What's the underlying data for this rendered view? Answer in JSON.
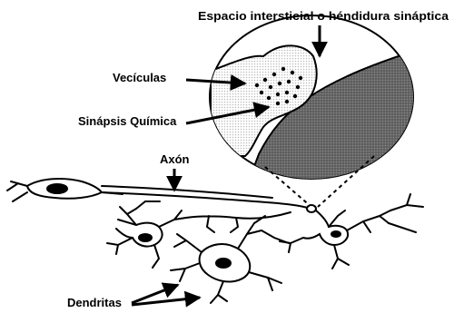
{
  "labels": {
    "synaptic_cleft": "Espacio intersticial o héndidura sináptica",
    "vesicles": "Vecículas",
    "chemical_synapse": "Sinápsis Química",
    "axon": "Axón",
    "dendrites": "Dendritas"
  },
  "colors": {
    "ink": "#000000",
    "post_synaptic_fill": "#6e6e6e",
    "background": "#ffffff"
  }
}
